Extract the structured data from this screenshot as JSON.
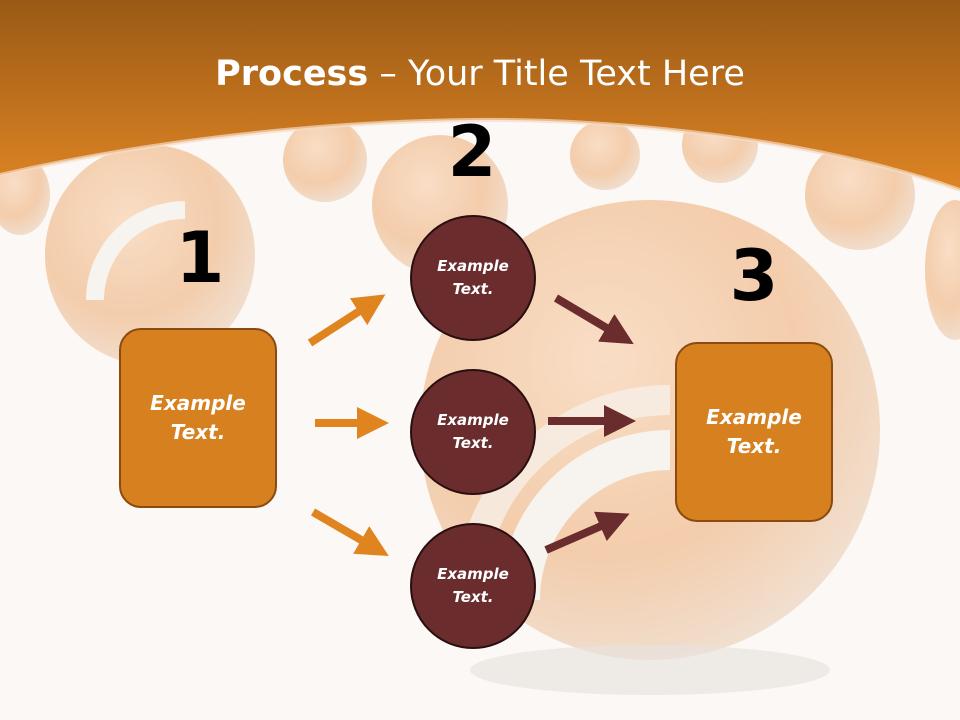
{
  "slide": {
    "title_bold": "Process",
    "title_rest": " – Your Title Text Here"
  },
  "colors": {
    "header_orange": "#d47a1d",
    "box_orange": "#d6801f",
    "circle_brown": "#6a2c2c",
    "arrow_orange": "#e0841f",
    "arrow_brown": "#6a2c2c"
  },
  "steps": [
    {
      "number": "1",
      "line1": "Example",
      "line2": "Text."
    },
    {
      "number": "2",
      "line1": "Example",
      "line2": "Text."
    },
    {
      "number": "3",
      "line1": "Example",
      "line2": "Text."
    }
  ],
  "circles": [
    {
      "line1": "Example",
      "line2": "Text."
    },
    {
      "line1": "Example",
      "line2": "Text."
    },
    {
      "line1": "Example",
      "line2": "Text."
    }
  ]
}
